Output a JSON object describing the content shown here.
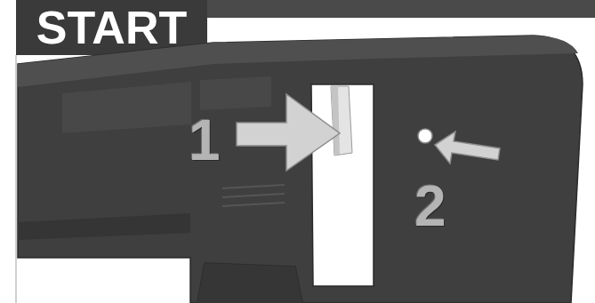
{
  "diagram": {
    "title": "START",
    "labels": [
      "1",
      "2"
    ]
  }
}
